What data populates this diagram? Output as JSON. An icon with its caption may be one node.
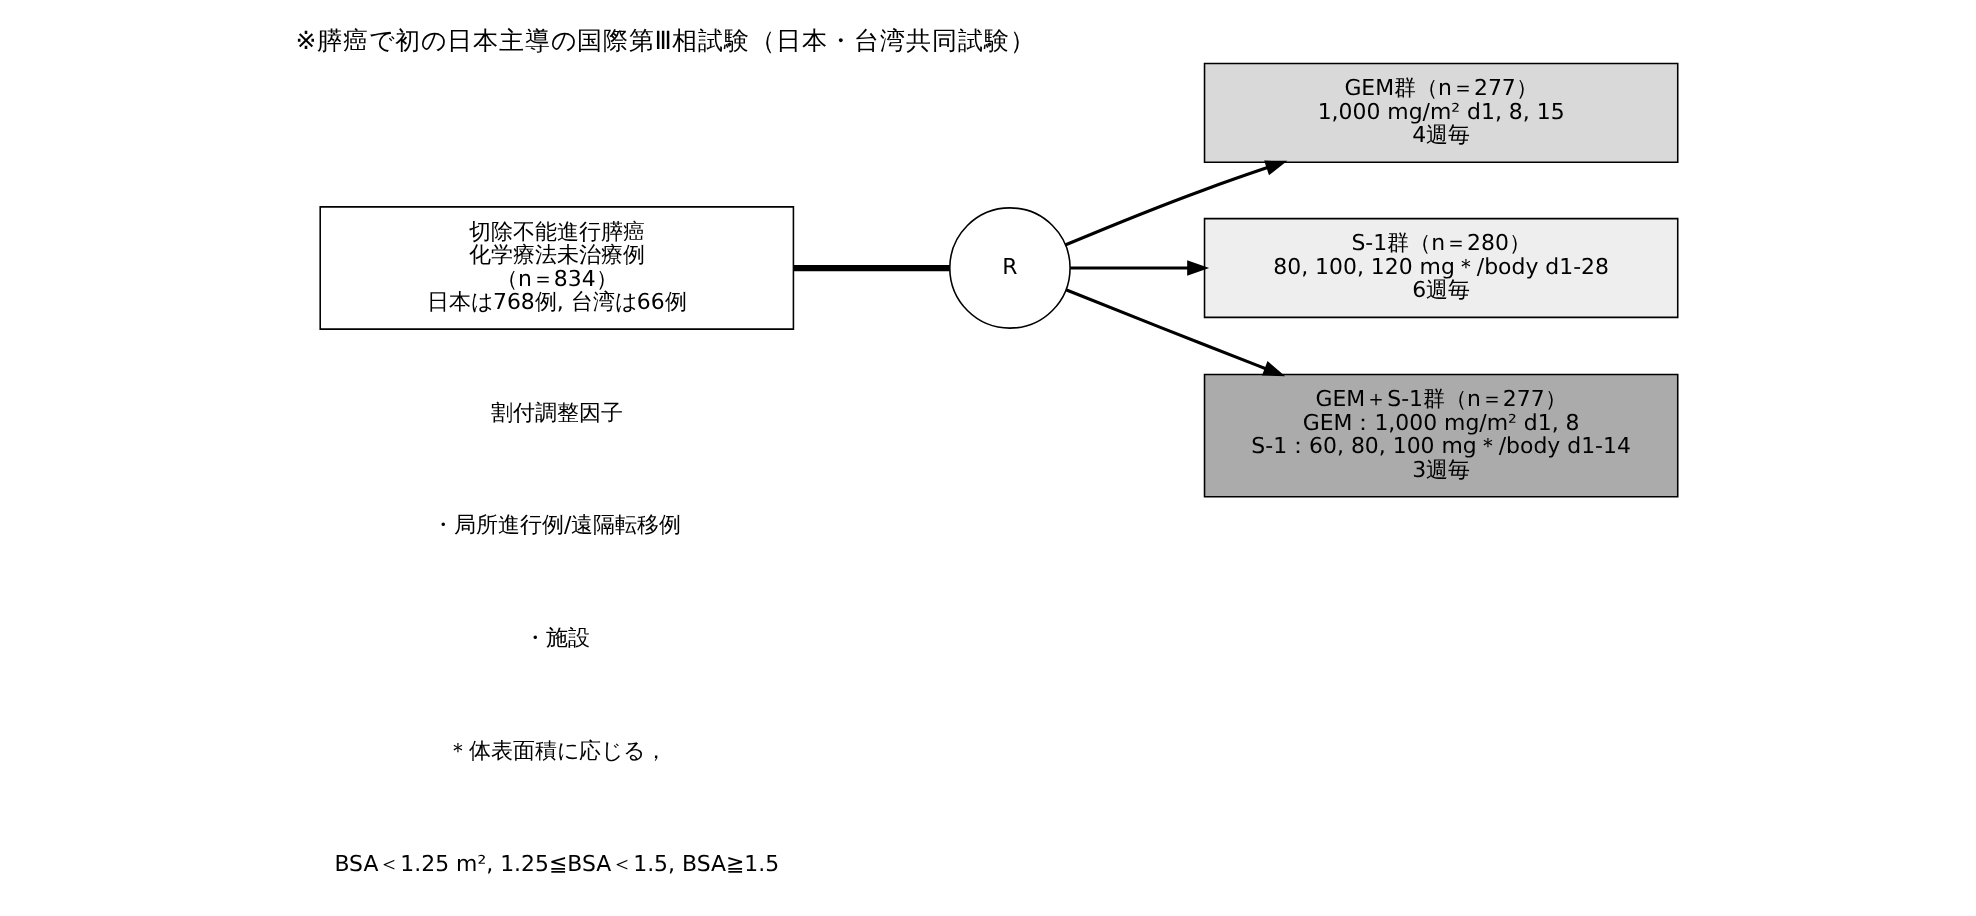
{
  "diagram": {
    "title": "※膵癌で初の日本主導の国際第Ⅲ相試験（日本・台湾共同試験）",
    "nodes": [
      {
        "text": [
          "切除不能進行膵癌",
          "化学療法未治療例",
          "（n＝834）",
          "日本は768例, 台湾は66例"
        ]
      },
      {
        "text": [
          "R"
        ]
      },
      {
        "text": [
          "GEM群（n＝277）",
          "1,000 mg/m² d1, 8, 15",
          "4週毎"
        ]
      },
      {
        "text": [
          "S-1群（n＝280）",
          "80, 100, 120 mg＊/body d1-28",
          "6週毎"
        ]
      },
      {
        "text": [
          "GEM＋S-1群（n＝277）",
          "GEM：1,000 mg/m² d1, 8",
          "S-1：60, 80, 100 mg＊/body d1-14",
          "3週毎"
        ]
      }
    ],
    "edges": [
      {
        "from": 0,
        "to": 1,
        "arrow": "none",
        "style": "thick"
      },
      {
        "from": 1,
        "to": 2,
        "arrow": "to"
      },
      {
        "from": 1,
        "to": 3,
        "arrow": "to"
      },
      {
        "from": 1,
        "to": 4,
        "arrow": "to"
      }
    ],
    "labels": [
      "割付調整因子",
      "・局所進行例/遠隔転移例",
      "・施設",
      "＊体表面積に応じる，",
      "BSA＜1.25 m², 1.25≦BSA＜1.5, BSA≧1.5"
    ]
  }
}
